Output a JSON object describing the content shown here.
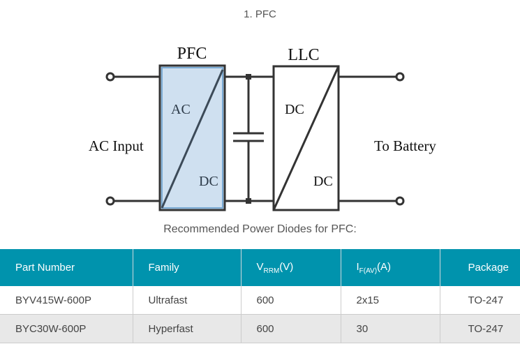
{
  "figure_caption": "1. PFC",
  "diagram": {
    "pfc_label": "PFC",
    "llc_label": "LLC",
    "pfc_in": "AC",
    "pfc_out": "DC",
    "llc_in": "DC",
    "llc_out": "DC",
    "input_label": "AC Input",
    "output_label": "To Battery",
    "pfc_fill": "#cfe0f0",
    "pfc_border": "#7aaad4"
  },
  "table_title": "Recommended Power Diodes for PFC:",
  "table": {
    "headers": {
      "part": "Part Number",
      "family": "Family",
      "v_main": "V",
      "v_sub": "RRM",
      "v_unit": "(V)",
      "i_main": "I",
      "i_sub": "F(AV)",
      "i_unit": "(A)",
      "package": "Package"
    },
    "rows": [
      {
        "part": "BYV415W-600P",
        "family": "Ultrafast",
        "v": "600",
        "i": "2x15",
        "package": "TO-247"
      },
      {
        "part": "BYC30W-600P",
        "family": "Hyperfast",
        "v": "600",
        "i": "30",
        "package": "TO-247"
      }
    ],
    "header_color": "#0093ad"
  }
}
